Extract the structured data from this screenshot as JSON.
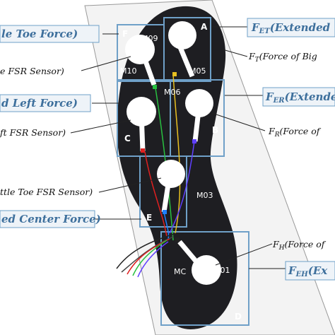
{
  "labels": {
    "middle_toe_force": "le Toe Force)",
    "extended_top": "(Extended",
    "extended_top_sym": "F",
    "extended_top_sub": "ET",
    "big_toe_force": "F",
    "big_toe_sub": "T",
    "big_toe_text": "(Force of Big",
    "middle_toe_fsr": "e FSR Sensor)",
    "extended_left_force": "d Left Force)",
    "extended_right_sym": "F",
    "extended_right_sub": "ER",
    "extended_right_text": "(Extende",
    "left_fsr": "ft FSR Sensor)",
    "right_force_sym": "F",
    "right_force_sub": "R",
    "right_force_text": "(Force of",
    "little_toe_fsr": "ttle Toe FSR Sensor)",
    "extended_center_force": "ed Center Force)",
    "heel_force_sym": "F",
    "heel_force_sub": "H",
    "heel_force_text": "(Force of",
    "extended_heel_sym": "F",
    "extended_heel_sub": "EH",
    "extended_heel_text": "(Ex"
  },
  "regions": {
    "a": "A",
    "b": "B",
    "c": "C",
    "d": "D",
    "e": "E",
    "f": "F"
  },
  "sensors": {
    "m09": "M09",
    "m10": "M10",
    "m05": "M05",
    "m06": "M06",
    "m03": "M03",
    "m_center": "M",
    "m0_heel": "MC",
    "m01": "M01"
  },
  "colors": {
    "label_text": "#3d6f9c",
    "insole": "#1e1e22",
    "box_stroke": "#6fa0c8",
    "sensor": "#ffffff"
  }
}
